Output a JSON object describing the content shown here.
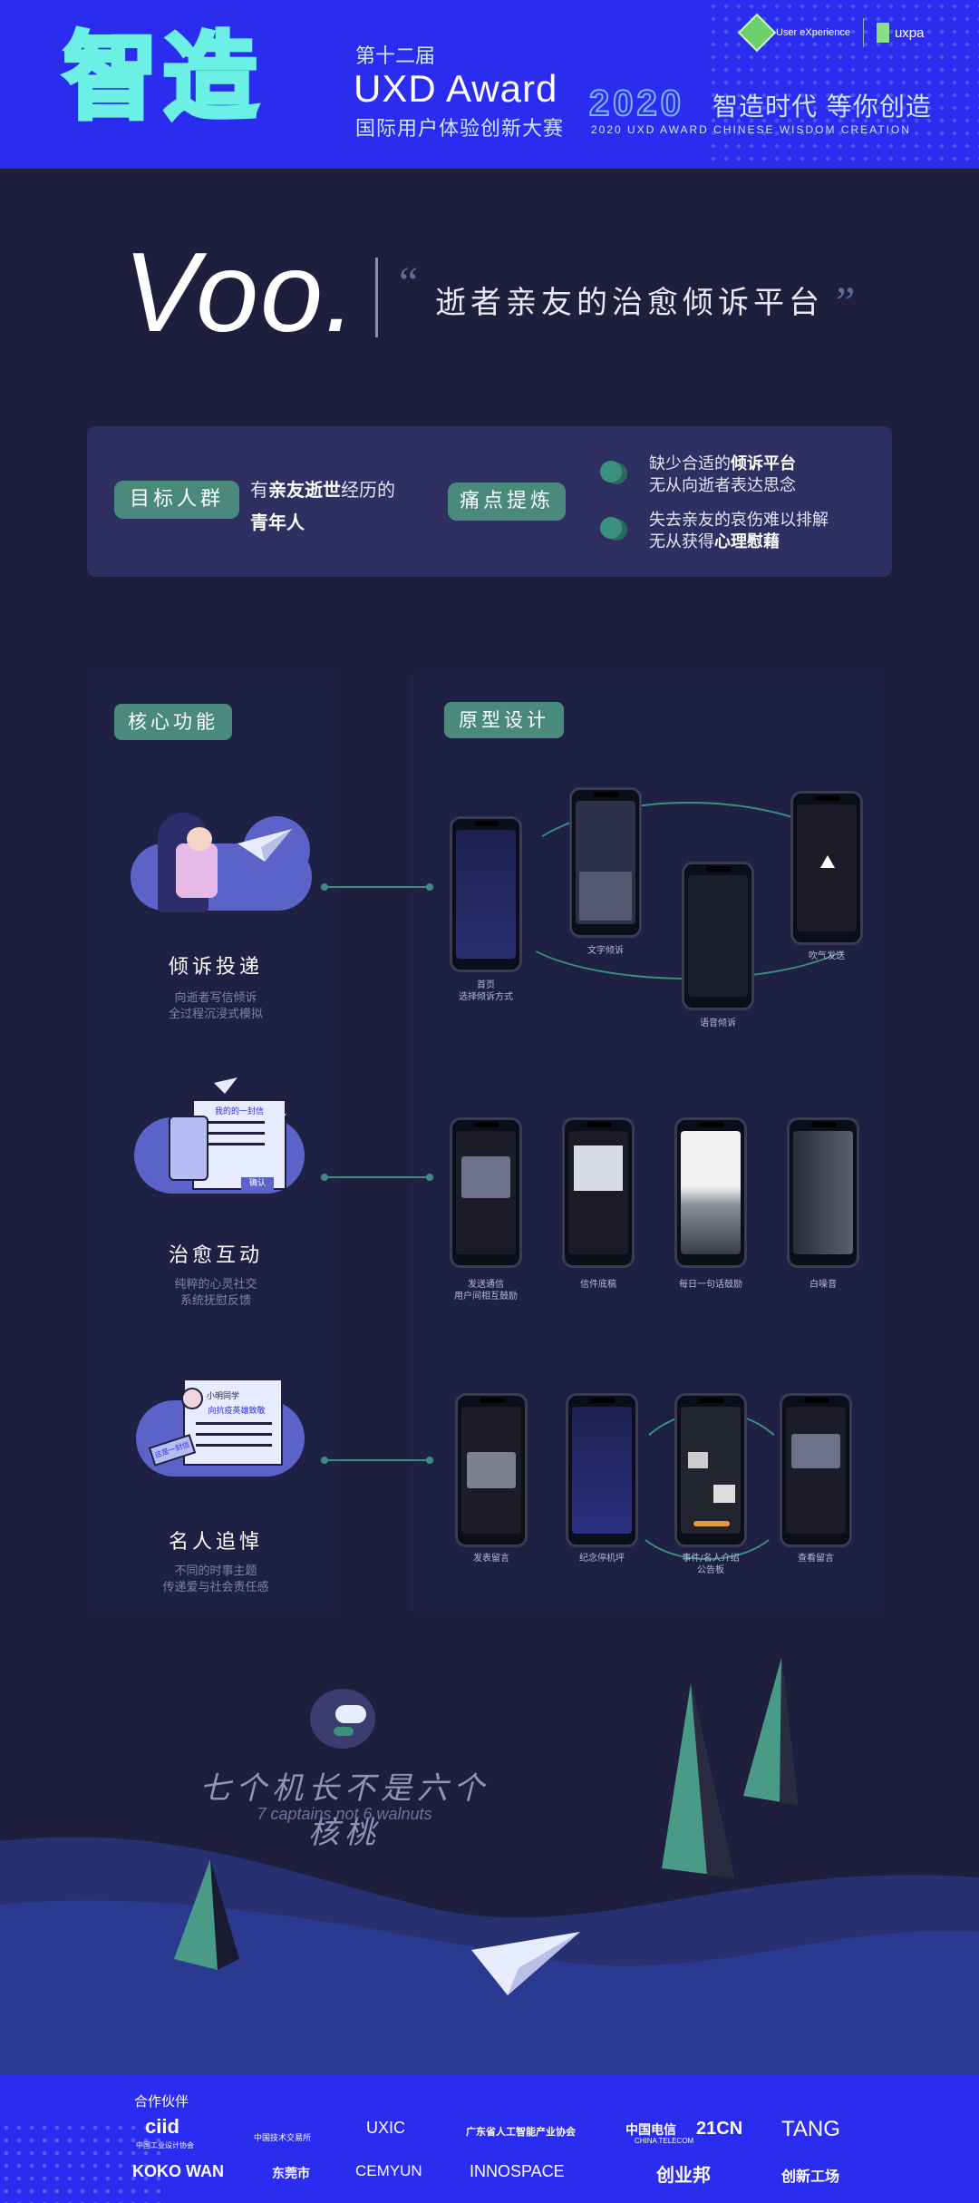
{
  "header": {
    "logo_text": "智造",
    "edition": "第十二届",
    "award": "UXD Award",
    "subtitle": "国际用户体验创新大赛",
    "year": "2020",
    "slogan": "智造时代 等你创造",
    "english": "2020 UXD AWARD CHINESE WISDOM CREATION",
    "ux_logo_text": "User eXperience",
    "uxpa_text": "uxpa"
  },
  "title": {
    "name": "Voo.",
    "tagline": "逝者亲友的治愈倾诉平台",
    "quote_open": "“",
    "quote_close": "”"
  },
  "target": {
    "label": "目标人群",
    "text_prefix": "有",
    "text_bold": "亲友逝世",
    "text_suffix": "经历的",
    "text_line2": "青年人",
    "pain_label": "痛点提炼",
    "pains": [
      {
        "line1_prefix": "缺少合适的",
        "line1_bold": "倾诉平台",
        "line2_prefix": "无从向逝者表达思念",
        "line2_bold": ""
      },
      {
        "line1_prefix": "失去亲友的哀伤难以排解",
        "line1_bold": "",
        "line2_prefix": "无从获得",
        "line2_bold": "心理慰藉"
      }
    ]
  },
  "sections": {
    "core": "核心功能",
    "proto": "原型设计"
  },
  "features": [
    {
      "title": "倾诉投递",
      "desc1": "向逝者写信倾诉",
      "desc2": "全过程沉浸式模拟",
      "captions": [
        "首页\n选择倾诉方式",
        "文字倾诉",
        "语音倾诉",
        "吹气发送"
      ]
    },
    {
      "title": "治愈互动",
      "desc1": "纯粹的心灵社交",
      "desc2": "系统抚慰反馈",
      "captions": [
        "发送通信\n用户间相互鼓励",
        "信件底稿",
        "每日一句话鼓励",
        "白噪音"
      ],
      "illustration_text1": "我的的一封信",
      "illustration_text2": "确认"
    },
    {
      "title": "名人追悼",
      "desc1": "不同的时事主题",
      "desc2": "传递爱与社会责任感",
      "captions": [
        "发表留言",
        "纪念停机坪",
        "事件/名人介绍\n公告板",
        "查看留言"
      ],
      "illustration_text1": "小明同学",
      "illustration_text2": "向抗疫英雄致敬",
      "illustration_text3": "这是一封信"
    }
  ],
  "bottom": {
    "slogan_cn": "七个机长不是六个核桃",
    "slogan_en": "7 captains not 6 walnuts"
  },
  "footer": {
    "label": "合作伙伴",
    "partners": [
      "ciid",
      "中国技术交易所",
      "UXIC",
      "广东省人工智能产业协会",
      "中国电信",
      "21CN",
      "TANG",
      "KOKO WAN",
      "东莞市",
      "CEMYUN",
      "INNOSPACE",
      "创业邦",
      "创新工场"
    ],
    "partner_subs": [
      "中国工业设计协会",
      "",
      "",
      "",
      "CHINA TELECOM",
      "",
      "",
      "",
      "",
      "",
      "",
      "",
      ""
    ]
  },
  "colors": {
    "background": "#1e1f3d",
    "banner": "#2a2cf0",
    "teal": "#4a8a7c",
    "panel": "#2d3060"
  }
}
